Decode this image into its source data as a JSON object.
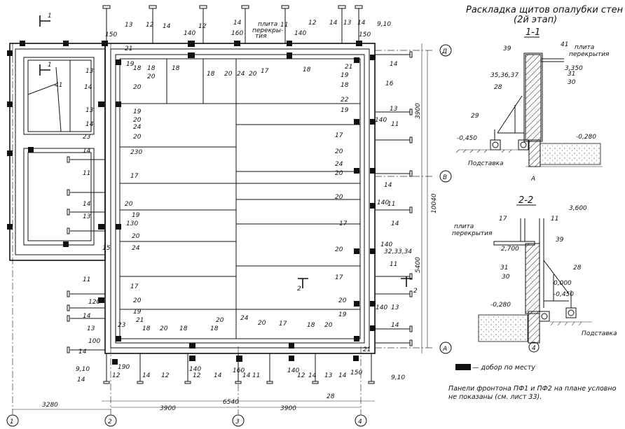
{
  "title": {
    "line1": "Раскладка щитов опалубки стен",
    "line2": "(2й этап)"
  },
  "section_1": {
    "title": "1-1",
    "labels": [
      "39",
      "41",
      "плита",
      "перекрытия",
      "3,350",
      "31",
      "30",
      "35,36,37",
      "28",
      "29",
      "-0,450",
      "-0,280",
      "Подставка",
      "А"
    ]
  },
  "section_2": {
    "title": "2-2",
    "labels": [
      "3,600",
      "17",
      "11",
      "плита",
      "перекрытия",
      "2,700",
      "39",
      "31",
      "30",
      "28",
      "-0,280",
      "0,000",
      "-0,450",
      "Подставка",
      "4"
    ]
  },
  "axes": {
    "columns": [
      "1",
      "2",
      "3",
      "4"
    ],
    "rows": [
      "Д",
      "В",
      "А"
    ]
  },
  "dimensions": {
    "d3280": "3280",
    "d3900a": "3900",
    "d6540": "6540",
    "d3900b": "3900",
    "v3900": "3900",
    "v10040": "10040",
    "v5400": "5400"
  },
  "section_marks": [
    "1",
    "1",
    "2",
    "2"
  ],
  "legend": {
    "text": "— добор по месту"
  },
  "note": {
    "line1": "Панели фронтона ПФ1 и ПФ2 на плане условно",
    "line2": "не показаны (см. лист 33)."
  },
  "plan_labels": [
    "13",
    "12",
    "14",
    "12",
    "14",
    "плита",
    "перекры-",
    "тия",
    "11",
    "12",
    "14",
    "13",
    "14",
    "9,10",
    "150",
    "140",
    "160",
    "140",
    "150",
    "21",
    "19",
    "18",
    "18",
    "20",
    "18",
    "18",
    "20",
    "24",
    "20",
    "17",
    "18",
    "19",
    "18",
    "21",
    "14",
    "16",
    "22",
    "19",
    "13",
    "17",
    "11",
    "140",
    "41",
    "13",
    "14",
    "20",
    "13",
    "14",
    "19",
    "20",
    "24",
    "20",
    "23",
    "14",
    "230",
    "11",
    "17",
    "14",
    "13",
    "20",
    "19",
    "130",
    "20",
    "24",
    "15",
    "11",
    "17",
    "120",
    "14",
    "13",
    "100",
    "14",
    "9,10",
    "14",
    "20",
    "19",
    "21",
    "23",
    "20",
    "24",
    "20",
    "14",
    "20",
    "140",
    "11",
    "17",
    "14",
    "20",
    "140",
    "32,33,34",
    "17",
    "11",
    "20",
    "140",
    "13",
    "19",
    "14",
    "21",
    "9,10",
    "18",
    "20",
    "18",
    "18",
    "20",
    "24",
    "20",
    "17",
    "18",
    "20",
    "12",
    "190",
    "14",
    "12",
    "140",
    "12",
    "14",
    "160",
    "14",
    "11",
    "140",
    "12",
    "14",
    "13",
    "14",
    "150",
    "28"
  ]
}
